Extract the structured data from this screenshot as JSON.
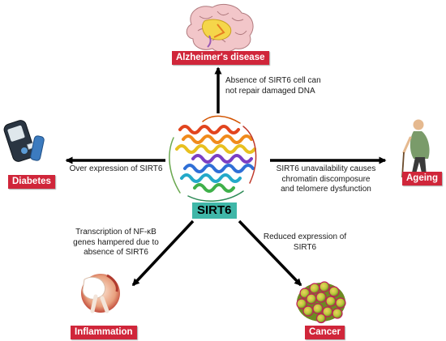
{
  "center": {
    "label": "SIRT6"
  },
  "outcomes": {
    "alzheimers": {
      "label": "Alzheimer's disease",
      "mechanism": "Absence of SIRT6 cell can\nnot repair damaged DNA"
    },
    "diabetes": {
      "label": "Diabetes",
      "mechanism": "Over expression of SIRT6"
    },
    "ageing": {
      "label": "Ageing",
      "mechanism": "SIRT6 unavailability causes\nchromatin discomposure\nand telomere dysfunction"
    },
    "inflammation": {
      "label": "Inflammation",
      "mechanism": "Transcription of NF-κB\ngenes hampered due to\nabsence of SIRT6"
    },
    "cancer": {
      "label": "Cancer",
      "mechanism": "Reduced expression of\nSIRT6"
    }
  },
  "colors": {
    "label_bg": "#d0263a",
    "center_bg": "#3fb7a8",
    "arrow": "#000000"
  },
  "icons": [
    "brain-icon",
    "glucometer-icon",
    "elderly-man-icon",
    "protein-structure-icon",
    "joint-icon",
    "cancer-cells-icon"
  ]
}
